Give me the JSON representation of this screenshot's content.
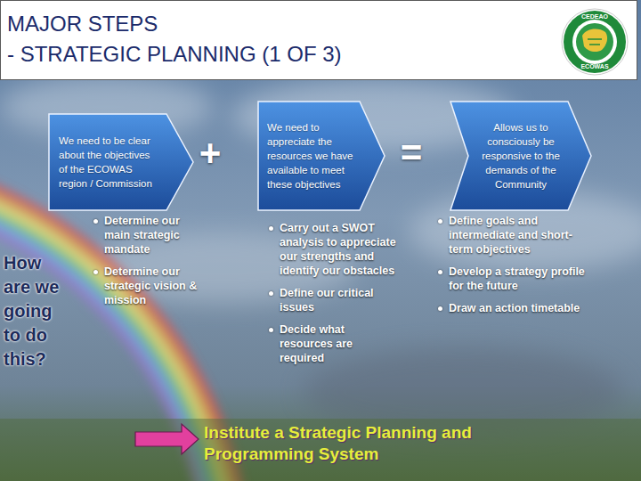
{
  "diagram": {
    "title": "MAJOR STEPS - STRATEGIC PLANNING (1 OF 3)",
    "nodes": [
      {
        "text": [
          "We need to be clear about the objectives of the ECOWAS region / Commission"
        ]
      },
      {
        "text": [
          "We need to appreciate the resources we have available to meet these objectives"
        ]
      },
      {
        "text": [
          "Allows us to consciously be responsive to the demands of the Community"
        ]
      }
    ],
    "labels": [
      "+",
      "=",
      "Determine our main strategic mandate",
      "Determine our strategic vision & mission",
      "Carry out a SWOT analysis to appreciate our strengths and identify our obstacles",
      "Define our critical issues",
      "Decide what resources are required",
      "Define goals and intermediate and short-term objectives",
      "Develop a strategy profile for the future",
      "Draw an action timetable",
      "How are we going to do this?",
      "Institute a Strategic Planning and Programming System",
      "CEDEAO",
      "ECOWAS"
    ]
  }
}
